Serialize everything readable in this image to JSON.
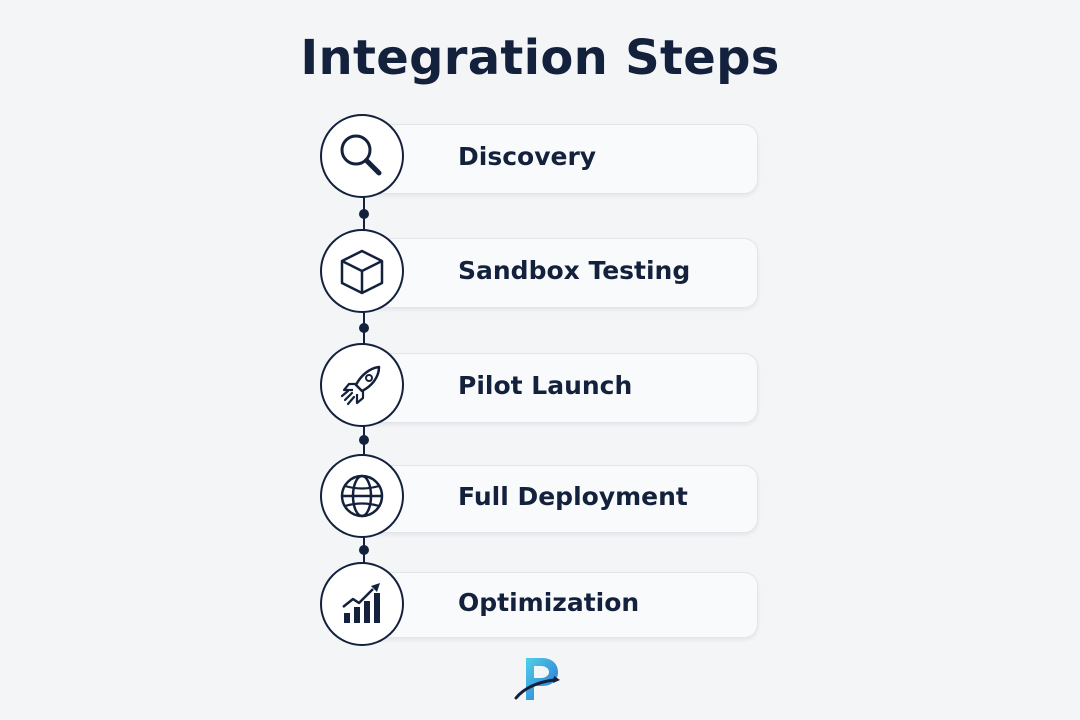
{
  "title": "Integration Steps",
  "steps": [
    {
      "label": "Discovery",
      "icon": "magnifier-icon"
    },
    {
      "label": "Sandbox Testing",
      "icon": "cube-icon"
    },
    {
      "label": "Pilot Launch",
      "icon": "rocket-icon"
    },
    {
      "label": "Full Deployment",
      "icon": "globe-icon"
    },
    {
      "label": "Optimization",
      "icon": "growth-chart-icon"
    }
  ],
  "logo": {
    "icon": "brand-p-logo"
  },
  "colors": {
    "primary": "#14213d",
    "background": "#f4f5f7",
    "card": "#f9fafb",
    "logo_gradient": [
      "#4fd1e6",
      "#2a6fd6"
    ]
  }
}
